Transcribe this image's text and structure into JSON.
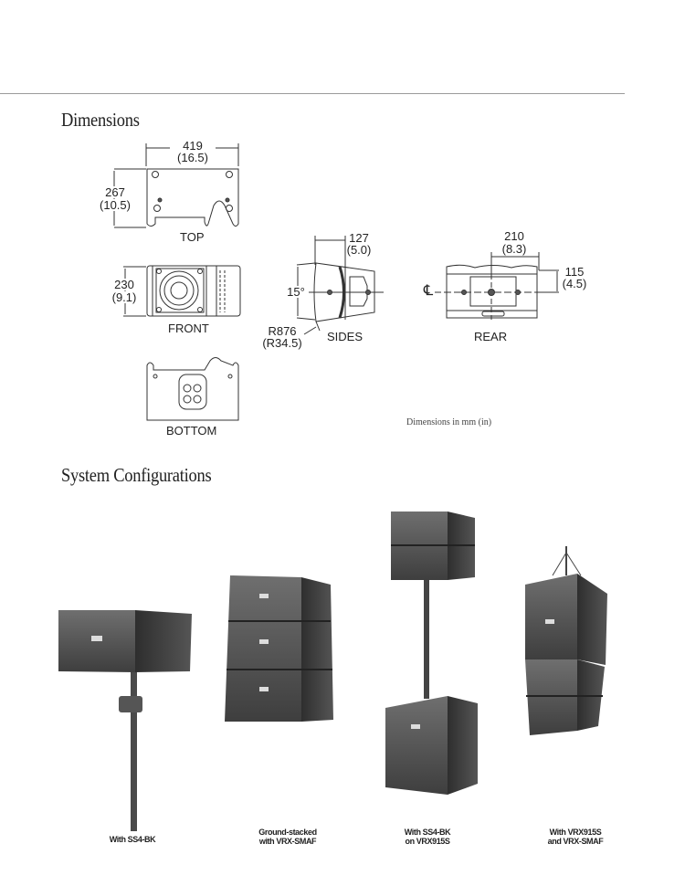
{
  "sections": {
    "dimensions_title": "Dimensions",
    "configurations_title": "System Configurations"
  },
  "dimensions": {
    "top": {
      "label": "TOP",
      "width_mm": "419",
      "width_in": "(16.5)",
      "depth_mm": "267",
      "depth_in": "(10.5)"
    },
    "front": {
      "label": "FRONT",
      "height_mm": "230",
      "height_in": "(9.1)"
    },
    "bottom": {
      "label": "BOTTOM"
    },
    "sides": {
      "label": "SIDES",
      "depth_mm": "127",
      "depth_in": "(5.0)",
      "angle": "15°",
      "radius_mm": "R876",
      "radius_in": "(R34.5)"
    },
    "rear": {
      "label": "REAR",
      "width_mm": "210",
      "width_in": "(8.3)",
      "height_mm": "115",
      "height_in": "(4.5)",
      "centerline": "℄"
    },
    "units_note": "Dimensions in mm (in)"
  },
  "configurations": [
    {
      "line1": "With SS4-BK",
      "line2": ""
    },
    {
      "line1": "Ground-stacked",
      "line2": "with VRX-SMAF"
    },
    {
      "line1": "With SS4-BK",
      "line2": "on VRX915S"
    },
    {
      "line1": "With VRX915S",
      "line2": "and VRX-SMAF"
    }
  ]
}
